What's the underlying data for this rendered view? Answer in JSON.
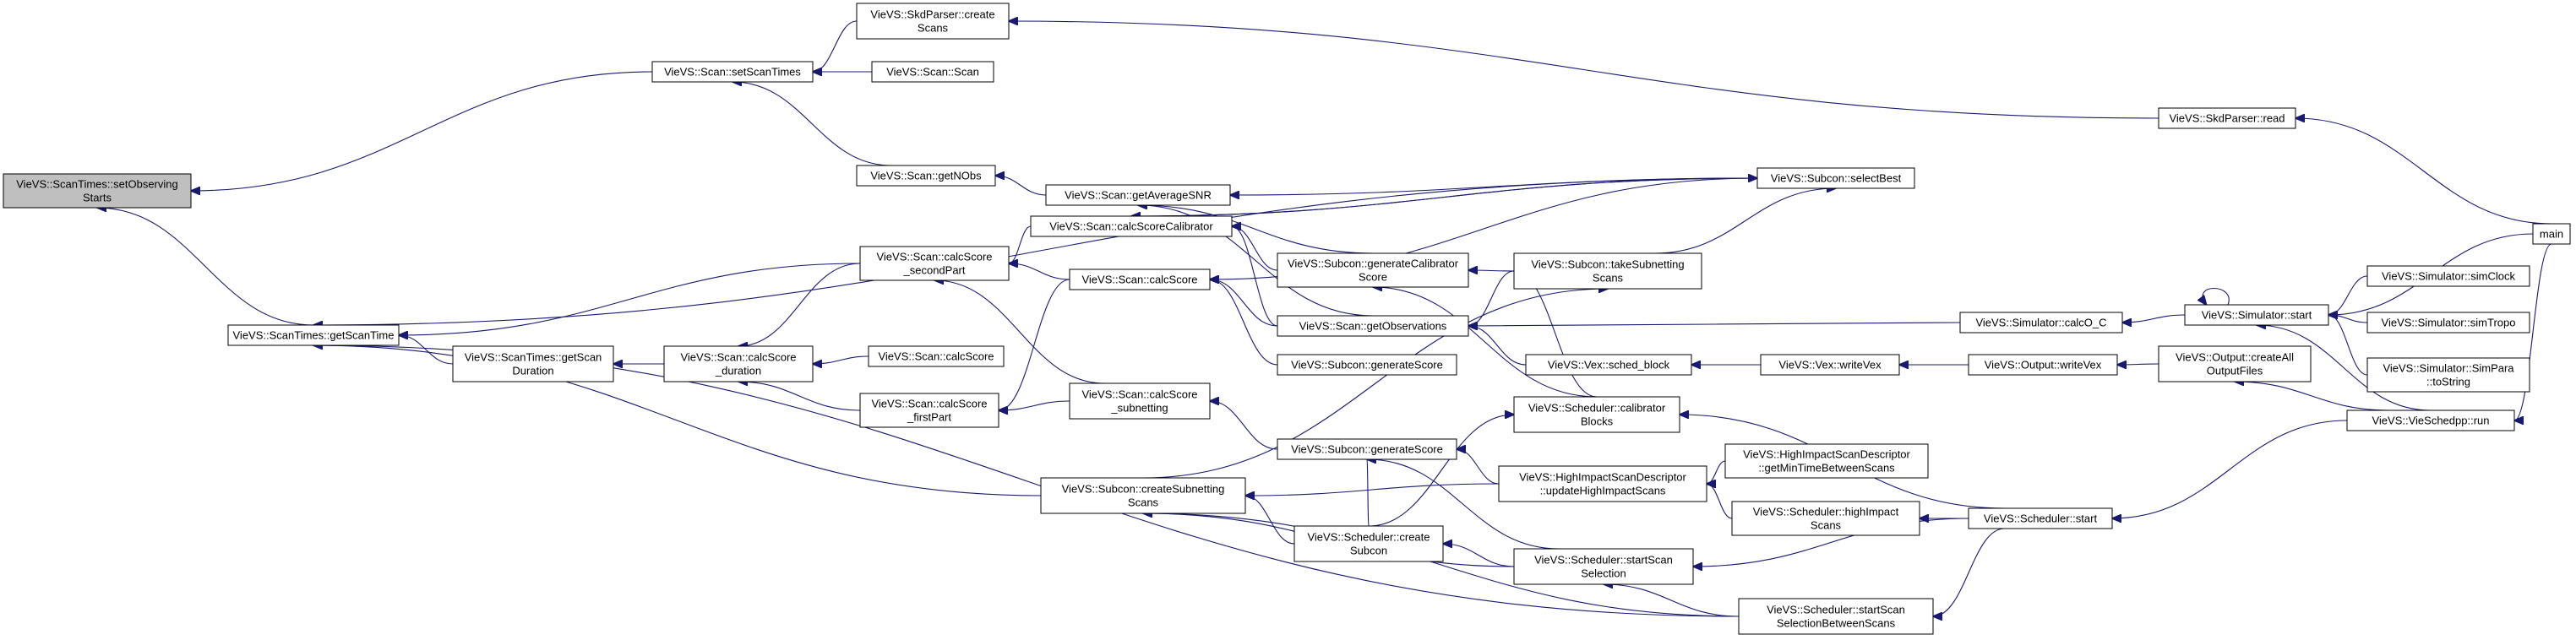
{
  "nodes": {
    "setObservingStarts": [
      "VieVS::ScanTimes::setObserving",
      "Starts"
    ],
    "getScanTime": [
      "VieVS::ScanTimes::getScanTime"
    ],
    "setScanTimes": [
      "VieVS::Scan::setScanTimes"
    ],
    "skdCreateScans": [
      "VieVS::SkdParser::create",
      "Scans"
    ],
    "scanScan": [
      "VieVS::Scan::Scan"
    ],
    "skdRead": [
      "VieVS::SkdParser::read"
    ],
    "main": [
      "main"
    ],
    "getNObs": [
      "VieVS::Scan::getNObs"
    ],
    "getAverageSNR": [
      "VieVS::Scan::getAverageSNR"
    ],
    "selectBest": [
      "VieVS::Subcon::selectBest"
    ],
    "calcScoreCalibrator": [
      "VieVS::Scan::calcScoreCalibrator"
    ],
    "genCalibScore": [
      "VieVS::Subcon::generateCalibrator",
      "Score"
    ],
    "takeSubnetting": [
      "VieVS::Subcon::takeSubnetting",
      "Scans"
    ],
    "getObservations": [
      "VieVS::Scan::getObservations"
    ],
    "calcOC": [
      "VieVS::Simulator::calcO_C"
    ],
    "simStart": [
      "VieVS::Simulator::start"
    ],
    "simClock": [
      "VieVS::Simulator::simClock"
    ],
    "simTropo": [
      "VieVS::Simulator::simTropo"
    ],
    "simParaToString": [
      "VieVS::Simulator::SimPara",
      "::toString"
    ],
    "calcScoreSecond": [
      "VieVS::Scan::calcScore",
      "_secondPart"
    ],
    "calcScore": [
      "VieVS::Scan::calcScore"
    ],
    "genScore1": [
      "VieVS::Subcon::generateScore"
    ],
    "getScanDuration": [
      "VieVS::ScanTimes::getScan",
      "Duration"
    ],
    "calcScoreDuration": [
      "VieVS::Scan::calcScore",
      "_duration"
    ],
    "calcScore2": [
      "VieVS::Scan::calcScore"
    ],
    "schedBlock": [
      "VieVS::Vex::sched_block"
    ],
    "writeVex": [
      "VieVS::Vex::writeVex"
    ],
    "outWriteVex": [
      "VieVS::Output::writeVex"
    ],
    "createAllOutput": [
      "VieVS::Output::createAll",
      "OutputFiles"
    ],
    "calcScoreFirst": [
      "VieVS::Scan::calcScore",
      "_firstPart"
    ],
    "calcScoreSubnet": [
      "VieVS::Scan::calcScore",
      "_subnetting"
    ],
    "calibBlocks": [
      "VieVS::Scheduler::calibrator",
      "Blocks"
    ],
    "vieSchedRun": [
      "VieVS::VieSchedpp::run"
    ],
    "genScore2": [
      "VieVS::Subcon::generateScore"
    ],
    "getMinTime": [
      "VieVS::HighImpactScanDescriptor",
      "::getMinTimeBetweenScans"
    ],
    "updateHighImpact": [
      "VieVS::HighImpactScanDescriptor",
      "::updateHighImpactScans"
    ],
    "createSubnetting": [
      "VieVS::Subcon::createSubnetting",
      "Scans"
    ],
    "highImpactScans": [
      "VieVS::Scheduler::highImpact",
      "Scans"
    ],
    "schedStart": [
      "VieVS::Scheduler::start"
    ],
    "createSubcon": [
      "VieVS::Scheduler::create",
      "Subcon"
    ],
    "startScanSel": [
      "VieVS::Scheduler::startScan",
      "Selection"
    ],
    "startScanSelBetween": [
      "VieVS::Scheduler::startScan",
      "SelectionBetweenScans"
    ]
  }
}
